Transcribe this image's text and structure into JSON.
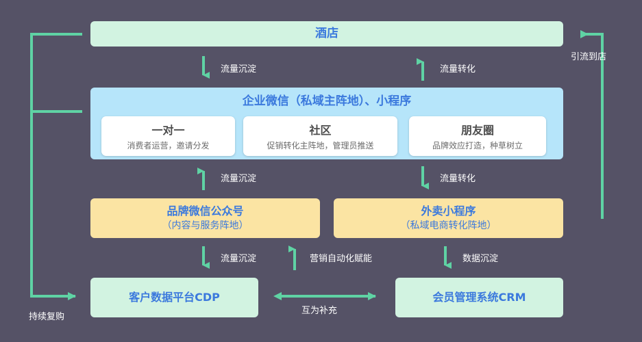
{
  "diagram": {
    "background_color": "#555266",
    "accent_color": "#5fd3a4",
    "title_text_color": "#3b79dd",
    "hotel": {
      "label": "酒店"
    },
    "wecom_panel": {
      "title": "企业微信（私域主阵地）、小程序",
      "cards": [
        {
          "title": "一对一",
          "desc": "消费者运营，邀请分发"
        },
        {
          "title": "社区",
          "desc": "促销转化主阵地，管理员推送"
        },
        {
          "title": "朋友圈",
          "desc": "品牌效应打造，种草树立"
        }
      ]
    },
    "platforms": [
      {
        "title": "品牌微信公众号",
        "subtitle": "（内容与服务阵地）"
      },
      {
        "title": "外卖小程序",
        "subtitle": "（私域电商转化阵地）"
      }
    ],
    "systems": [
      {
        "label": "客户数据平台CDP"
      },
      {
        "label": "会员管理系统CRM"
      }
    ],
    "flows": {
      "row1_left": "流量沉淀",
      "row1_right": "流量转化",
      "row2_left": "流量沉淀",
      "row2_right": "流量转化",
      "row3_left": "流量沉淀",
      "row3_center": "营销自动化赋能",
      "row3_right": "数据沉淀",
      "mutual": "互为补充",
      "right_loop": "引流到店",
      "left_loop": "持续复购"
    }
  }
}
